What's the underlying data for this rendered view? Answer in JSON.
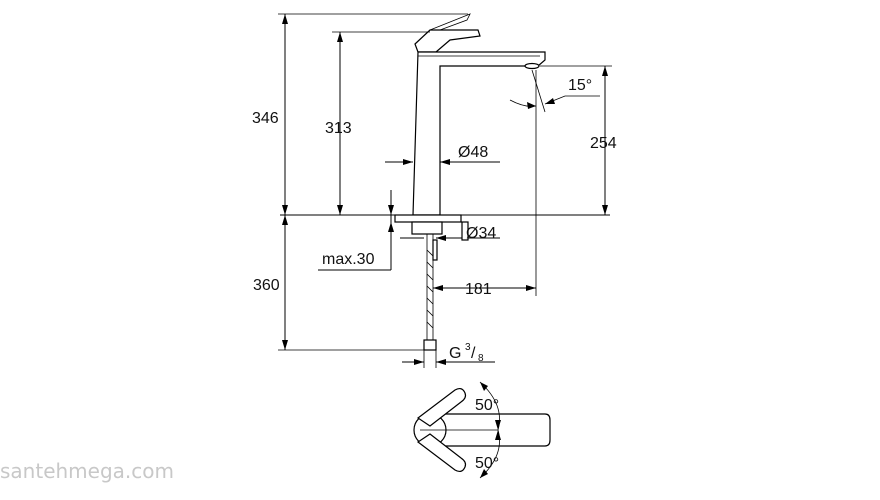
{
  "dimensions": {
    "total_height": "346",
    "spout_height": "313",
    "outlet_height": "254",
    "below_deck": "360",
    "body_diameter": "Ø48",
    "hole_diameter": "Ø34",
    "max_thickness": "max.30",
    "reach": "181",
    "tilt_angle": "15°",
    "thread_main": "G",
    "thread_num": "3",
    "thread_den": "8",
    "lever_angle_top": "50°",
    "lever_angle_bottom": "50°"
  },
  "watermark": "santehmega.com"
}
